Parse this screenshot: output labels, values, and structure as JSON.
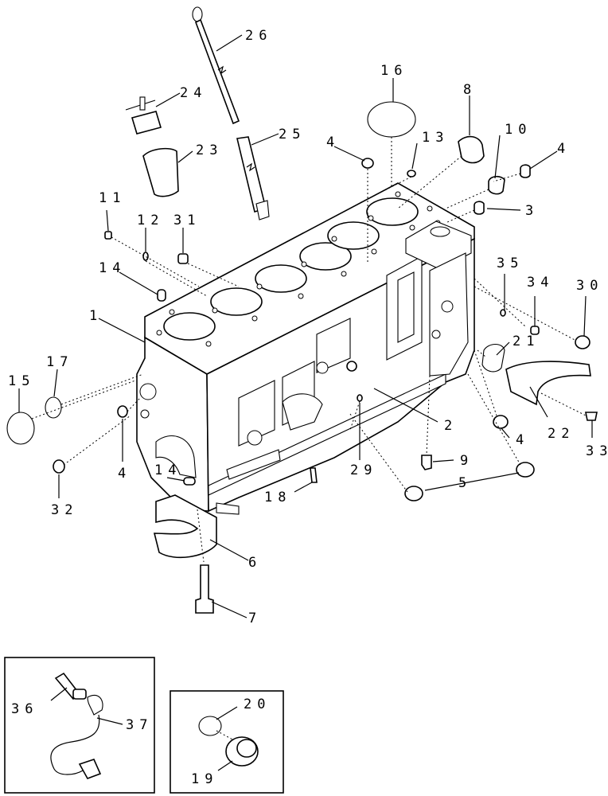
{
  "diagram": {
    "labels": {
      "l1": "1",
      "l2": "2",
      "l3": "3",
      "l4a": "4",
      "l4b": "4",
      "l4c": "4",
      "l4d": "4",
      "l5": "5",
      "l6": "6",
      "l7": "7",
      "l8": "8",
      "l9": "9",
      "l10": "10",
      "l11": "11",
      "l12": "12",
      "l13": "13",
      "l14a": "14",
      "l14b": "14",
      "l15": "15",
      "l16": "16",
      "l17": "17",
      "l18": "18",
      "l19": "19",
      "l20": "20",
      "l21": "21",
      "l22": "22",
      "l23": "23",
      "l24": "24",
      "l25": "25",
      "l26": "26",
      "l29": "29",
      "l30": "30",
      "l31": "31",
      "l32": "32",
      "l33": "33",
      "l34": "34",
      "l35": "35",
      "l36": "36",
      "l37": "37"
    }
  }
}
